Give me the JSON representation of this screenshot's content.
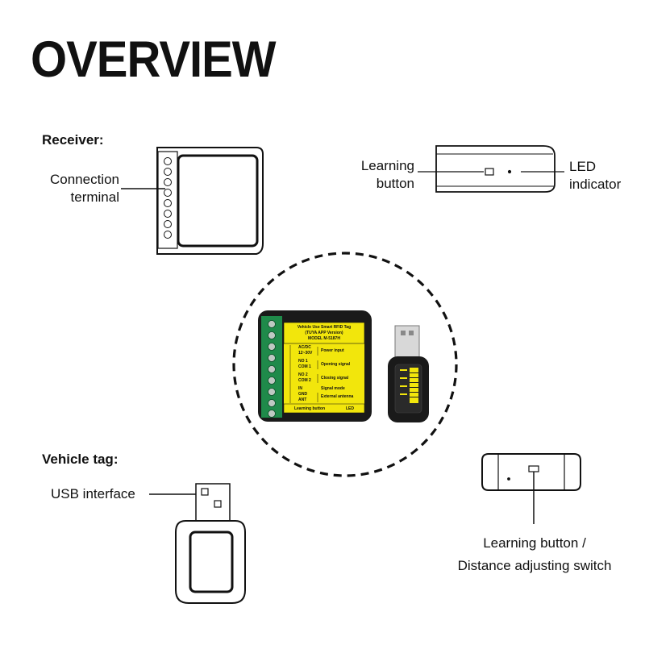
{
  "title": "OVERVIEW",
  "receiver": {
    "heading": "Receiver:",
    "connection_label": [
      "Connection",
      "terminal"
    ],
    "learning_label": [
      "Learning",
      "button"
    ],
    "led_label": [
      "LED",
      "indicator"
    ]
  },
  "device_panel": {
    "header": [
      "Vehicle Use Smart RFID Tag",
      "(TUYA APP Version)",
      "MODEL M-5187H"
    ],
    "terminals": [
      {
        "pins": [
          "AC/DC",
          "12~30V"
        ],
        "signal": "Power input"
      },
      {
        "pins": [
          "NO 1",
          "COM 1"
        ],
        "signal": "Opening signal"
      },
      {
        "pins": [
          "NO 2",
          "COM 2"
        ],
        "signal": "Closing signal"
      },
      {
        "pins": [
          "IN"
        ],
        "signal": "Signal mode"
      },
      {
        "pins": [
          "GND",
          "ANT"
        ],
        "signal": "External antenna"
      }
    ],
    "footer": [
      "Learning button",
      "LED"
    ]
  },
  "vehicle_tag": {
    "heading": "Vehicle tag:",
    "usb_label": "USB interface",
    "switch_label": [
      "Learning button /",
      "Distance adjusting switch"
    ]
  },
  "colors": {
    "panel_yellow": "#f2e60c",
    "terminal_green": "#1f8a4a",
    "device_black": "#1a1a1a"
  }
}
